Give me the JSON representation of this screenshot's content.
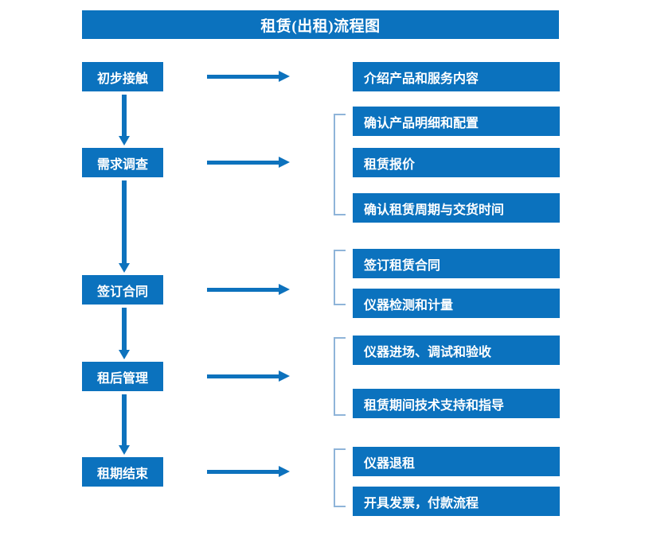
{
  "title": "租赁(出租)流程图",
  "colors": {
    "primary": "#0b72be",
    "arrow": "#0d72bd",
    "bracket": "#8fb4d9",
    "text_on_primary": "#ffffff",
    "background": "#ffffff"
  },
  "stages": [
    {
      "label": "初步接触"
    },
    {
      "label": "需求调查"
    },
    {
      "label": "签订合同"
    },
    {
      "label": "租后管理"
    },
    {
      "label": "租期结束"
    }
  ],
  "details": [
    {
      "label": "介绍产品和服务内容"
    },
    {
      "label": "确认产品明细和配置"
    },
    {
      "label": "租赁报价"
    },
    {
      "label": "确认租赁周期与交货时间"
    },
    {
      "label": "签订租赁合同"
    },
    {
      "label": "仪器检测和计量"
    },
    {
      "label": "仪器进场、调试和验收"
    },
    {
      "label": "租赁期间技术支持和指导"
    },
    {
      "label": "仪器退租"
    },
    {
      "label": "开具发票，付款流程"
    }
  ]
}
